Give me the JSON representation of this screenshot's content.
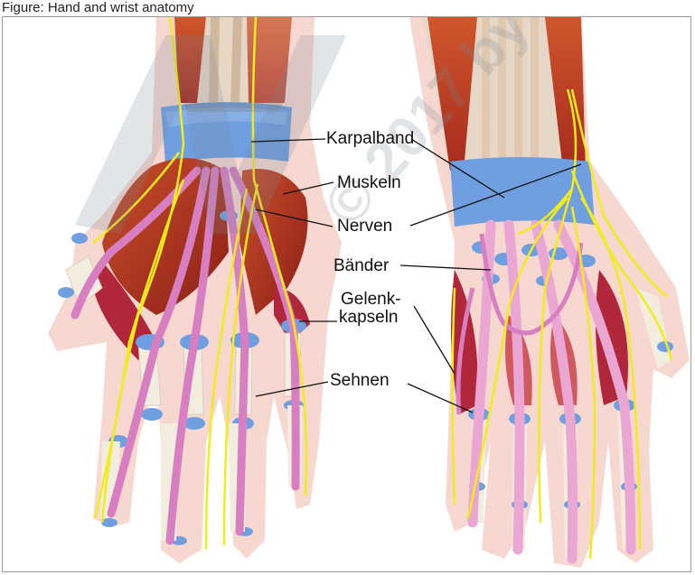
{
  "caption": "Figure: Hand and wrist anatomy",
  "watermark": "© 2017 by",
  "labels": {
    "karpalband": "Karpalband",
    "muskeln": "Muskeln",
    "nerven": "Nerven",
    "baender": "Bänder",
    "gelenk1": "Gelenk-",
    "gelenk2": "kapseln",
    "sehnen": "Sehnen"
  },
  "colors": {
    "skin": "#f3c9c0",
    "muscle": "#b8381f",
    "muscle_dark": "#8f1f18",
    "ligament_blue": "#6f9fe0",
    "nerve": "#f2ec1a",
    "tendon": "#d985c2",
    "bone": "#f4efe2",
    "watermark": "#9aa5b0"
  }
}
